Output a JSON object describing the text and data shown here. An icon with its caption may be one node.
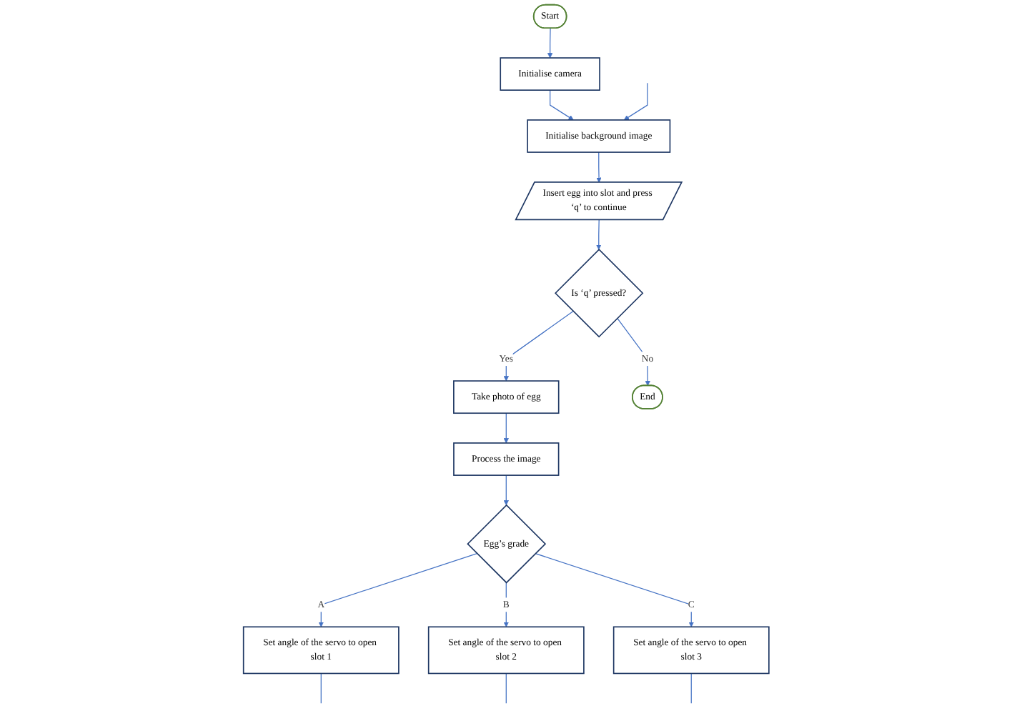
{
  "diagram": {
    "nodes": [
      {
        "text": [
          "Start"
        ]
      },
      {
        "text": [
          "Initialise camera"
        ]
      },
      {
        "text": [
          "Initialise background image"
        ]
      },
      {
        "text": [
          "Insert egg into slot and press ‘q’ to continue"
        ]
      },
      {
        "text": [
          "Is ‘q’ pressed?"
        ]
      },
      {
        "text": [
          "Take photo of egg"
        ]
      },
      {
        "text": [
          "End"
        ]
      },
      {
        "text": [
          "Process the image"
        ]
      },
      {
        "text": [
          "Egg’s grade"
        ]
      },
      {
        "text": [
          "Set angle of the servo to open slot 1"
        ]
      },
      {
        "text": [
          "Set angle of the servo to open slot 3"
        ]
      },
      {
        "text": [
          "Set angle of the servo to open slot 2"
        ]
      }
    ],
    "edges": [
      {
        "from": 0,
        "to": 1,
        "arrow": "to"
      },
      {
        "from": 1,
        "to": 2,
        "arrow": "to"
      },
      {
        "from": 2,
        "to": 3,
        "arrow": "to"
      },
      {
        "from": 3,
        "to": 4,
        "arrow": "to"
      },
      {
        "from": 4,
        "to": 5,
        "arrow": "to",
        "label": "Yes"
      },
      {
        "from": 4,
        "to": 6,
        "arrow": "to",
        "label": "No"
      },
      {
        "from": 5,
        "to": 7,
        "arrow": "to"
      },
      {
        "from": 7,
        "to": 8,
        "arrow": "to"
      },
      {
        "from": 8,
        "to": 9,
        "arrow": "to",
        "label": "A"
      },
      {
        "from": 8,
        "to": 11,
        "arrow": "to",
        "label": "B"
      },
      {
        "from": 8,
        "to": 10,
        "arrow": "to",
        "label": "C"
      },
      {
        "from": null,
        "to": 2,
        "arrow": "to"
      },
      {
        "from": 9,
        "to": null,
        "arrow": "none"
      },
      {
        "from": 11,
        "to": null,
        "arrow": "none"
      },
      {
        "from": 10,
        "to": null,
        "arrow": "none"
      }
    ]
  }
}
